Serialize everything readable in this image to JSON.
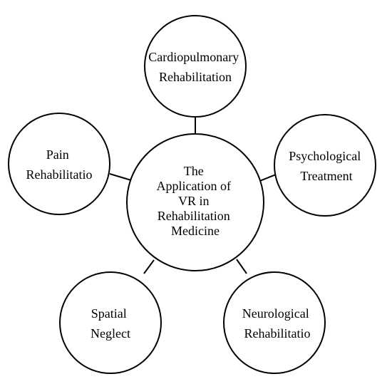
{
  "diagram": {
    "center": {
      "lines": [
        "The",
        "Application of",
        "VR in",
        "Rehabilitation",
        "Medicine"
      ]
    },
    "nodes": {
      "cardio": {
        "lines": [
          "Cardiopulmonary",
          "Rehabilitation"
        ]
      },
      "psych": {
        "lines": [
          "Psychological",
          "Treatment"
        ]
      },
      "neuro": {
        "lines": [
          "Neurological",
          "Rehabilitatio"
        ]
      },
      "spatial": {
        "lines": [
          "Spatial",
          "Neglect"
        ]
      },
      "pain": {
        "lines": [
          "Pain",
          "Rehabilitatio"
        ]
      }
    }
  }
}
